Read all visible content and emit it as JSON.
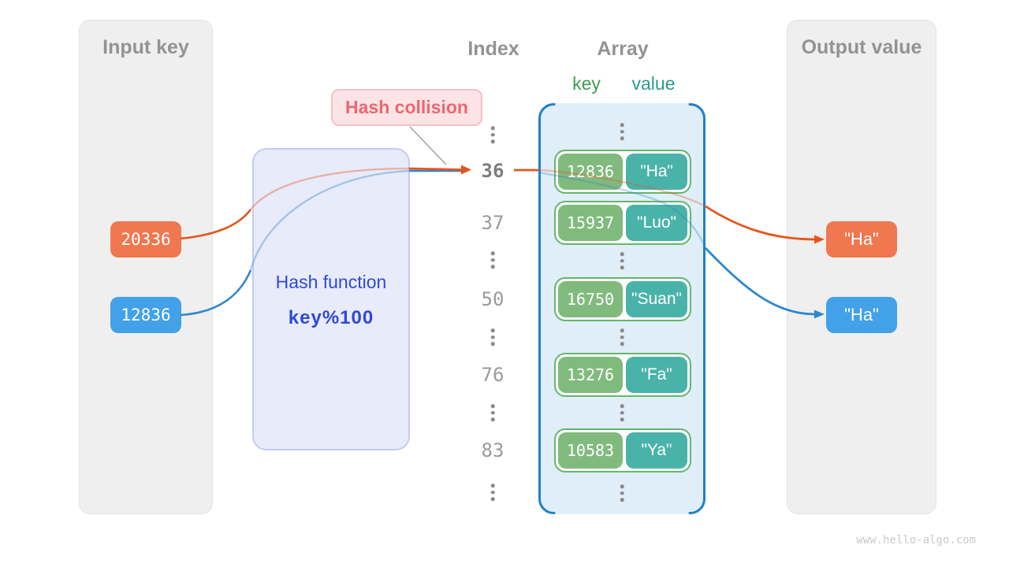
{
  "panels": {
    "input": {
      "title": "Input key",
      "badges": [
        {
          "label": "20336"
        },
        {
          "label": "12836"
        }
      ]
    },
    "output": {
      "title": "Output value",
      "badges": [
        {
          "label": "\"Ha\""
        },
        {
          "label": "\"Ha\""
        }
      ]
    }
  },
  "hash_function": {
    "title": "Hash function",
    "formula": "key%100"
  },
  "collision": {
    "label": "Hash collision"
  },
  "index_column": {
    "title": "Index",
    "values": [
      "36",
      "37",
      "50",
      "76",
      "83"
    ]
  },
  "array": {
    "title": "Array",
    "key_header": "key",
    "value_header": "value",
    "rows": [
      {
        "key": "12836",
        "value": "\"Ha\""
      },
      {
        "key": "15937",
        "value": "\"Luo\""
      },
      {
        "key": "16750",
        "value": "\"Suan\""
      },
      {
        "key": "13276",
        "value": "\"Fa\""
      },
      {
        "key": "10583",
        "value": "\"Ya\""
      }
    ]
  },
  "watermark": "www.hello-algo.com",
  "colors": {
    "orange": "#f0774f",
    "blue": "#42a1e8",
    "arrow_orange": "#e4551b",
    "arrow_blue": "#2d87cf",
    "key_green": "#81ba7d",
    "value_teal": "#4ab3a9",
    "array_border_blue": "#1f81ca",
    "collision_red": "#ec6673",
    "hash_blue": "#2f49d6"
  }
}
